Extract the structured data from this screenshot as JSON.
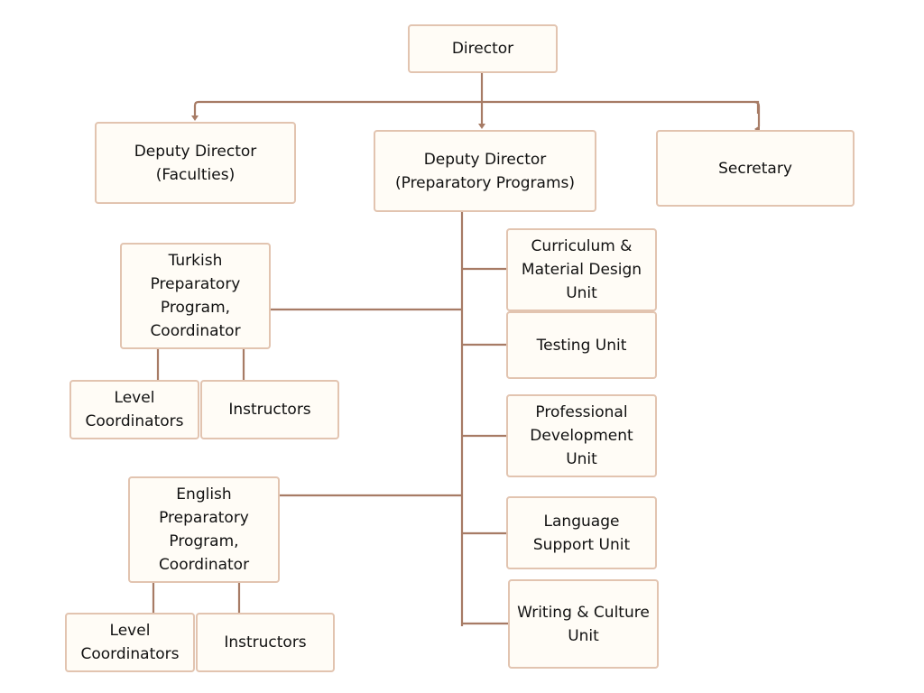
{
  "diagram": {
    "type": "org-chart",
    "colors": {
      "node_fill": "#fffcf6",
      "node_border": "#e2c4b0",
      "connector": "#a77b65",
      "text": "#111111"
    },
    "nodes": {
      "director": "Director",
      "deputy_faculties": "Deputy Director\n(Faculties)",
      "deputy_prep": "Deputy Director\n(Preparatory Programs)",
      "secretary": "Secretary",
      "turkish_coordinator": "Turkish\nPreparatory\nProgram,\nCoordinator",
      "turkish_level_coordinators": "Level\nCoordinators",
      "turkish_instructors": "Instructors",
      "english_coordinator": "English\nPreparatory\nProgram,\nCoordinator",
      "english_level_coordinators": "Level\nCoordinators",
      "english_instructors": "Instructors",
      "curriculum_unit": "Curriculum &\nMaterial Design\nUnit",
      "testing_unit": "Testing Unit",
      "professional_dev_unit": "Professional\nDevelopment\nUnit",
      "language_support_unit": "Language\nSupport Unit",
      "writing_culture_unit": "Writing & Culture\nUnit"
    },
    "edges": [
      [
        "director",
        "deputy_faculties"
      ],
      [
        "director",
        "deputy_prep"
      ],
      [
        "director",
        "secretary"
      ],
      [
        "deputy_prep",
        "turkish_coordinator"
      ],
      [
        "deputy_prep",
        "english_coordinator"
      ],
      [
        "deputy_prep",
        "curriculum_unit"
      ],
      [
        "deputy_prep",
        "testing_unit"
      ],
      [
        "deputy_prep",
        "professional_dev_unit"
      ],
      [
        "deputy_prep",
        "language_support_unit"
      ],
      [
        "deputy_prep",
        "writing_culture_unit"
      ],
      [
        "turkish_coordinator",
        "turkish_level_coordinators"
      ],
      [
        "turkish_coordinator",
        "turkish_instructors"
      ],
      [
        "english_coordinator",
        "english_level_coordinators"
      ],
      [
        "english_coordinator",
        "english_instructors"
      ]
    ]
  }
}
